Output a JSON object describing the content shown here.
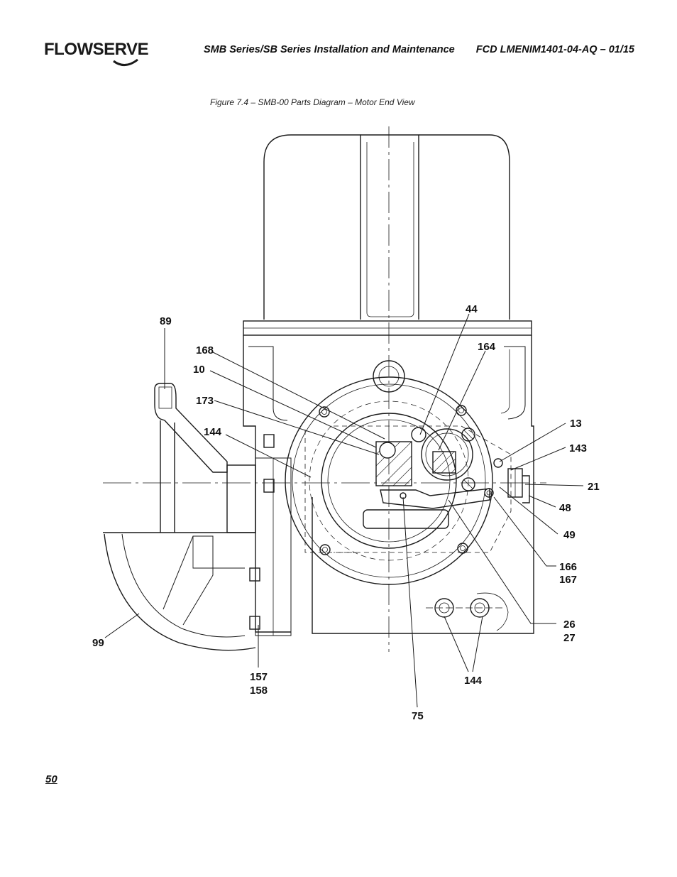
{
  "header": {
    "brand": "FLOWSERVE",
    "title": "SMB Series/SB Series Installation and Maintenance",
    "doc_code": "FCD LMENIM1401-04-AQ – 01/15"
  },
  "figure": {
    "caption": "Figure 7.4 – SMB-00 Parts Diagram – Motor End View",
    "callouts": {
      "c89": "89",
      "c168": "168",
      "c10": "10",
      "c173": "173",
      "c144a": "144",
      "c44": "44",
      "c164": "164",
      "c13": "13",
      "c143": "143",
      "c21": "21",
      "c48": "48",
      "c49": "49",
      "c166": "166",
      "c167": "167",
      "c26": "26",
      "c27": "27",
      "c99": "99",
      "c157": "157",
      "c158": "158",
      "c144b": "144",
      "c75": "75"
    }
  },
  "footer": {
    "page_number": "50"
  }
}
